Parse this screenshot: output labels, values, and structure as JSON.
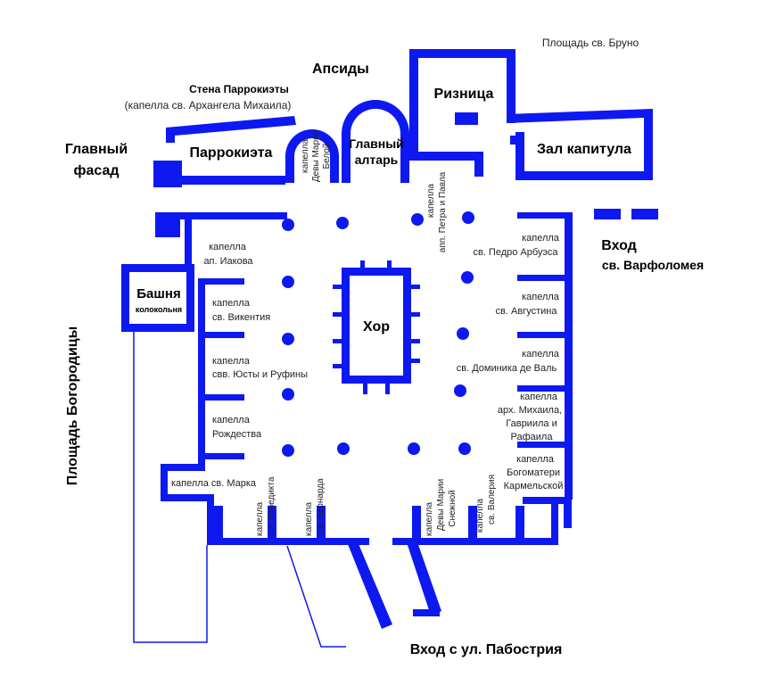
{
  "colors": {
    "walls": "#0d19f0",
    "text": "#000000",
    "background": "#ffffff"
  },
  "labels": {
    "apses": "Апсиды",
    "parrokieta_wall_1": "Стена Паррокиэты",
    "parrokieta_wall_2": "(капелла св. Архангела Михаила)",
    "main_facade_1": "Главный",
    "main_facade_2": "фасад",
    "parrokieta": "Паррокиэта",
    "vestry": "Ризница",
    "chapter_hall": "Зал капитула",
    "square_bruno": "Площадь св. Бруно",
    "main_altar_1": "Главный",
    "main_altar_2": "алтарь",
    "white_mary_1": "капелла",
    "white_mary_2": "Девы Марии",
    "white_mary_3": "Белой",
    "peter_paul_1": "капелла",
    "peter_paul_2": "апп. Петра и Павла",
    "tower_1": "Башня",
    "tower_2": "колокольня",
    "square_bogoroditsy": "Площадь Богородицы",
    "choir": "Хор",
    "entrance_bartholomew_1": "Вход",
    "entrance_bartholomew_2": "св. Варфоломея",
    "entrance_pabostria": "Вход с ул. Пабострия",
    "chapel_james_1": "капелла",
    "chapel_james_2": "ап. Иакова",
    "chapel_vincent_1": "капелла",
    "chapel_vincent_2": "св. Викентия",
    "chapel_justa_1": "капелла",
    "chapel_justa_2": "свв. Юсты и Руфины",
    "chapel_nativity_1": "капелла",
    "chapel_nativity_2": "Рождества",
    "chapel_mark": "капелла св. Марка",
    "chapel_pedro_1": "капелла",
    "chapel_pedro_2": "св. Педро Арбуэса",
    "chapel_augustine_1": "капелла",
    "chapel_augustine_2": "св. Августина",
    "chapel_dominic_1": "капелла",
    "chapel_dominic_2": "св. Доминика де Валь",
    "chapel_archangels_1": "капелла",
    "chapel_archangels_2": "арх. Михаила,",
    "chapel_archangels_3": "Гавриила и",
    "chapel_archangels_4": "Рафаила",
    "chapel_carmel_1": "капелла",
    "chapel_carmel_2": "Богоматери",
    "chapel_carmel_3": "Кармельской",
    "chapel_benedict_1": "капелла",
    "chapel_benedict_2": "св. Бенедикта",
    "chapel_bernard_1": "капелла",
    "chapel_bernard_2": "св. Бернарда",
    "chapel_snow_mary_1": "капелла",
    "chapel_snow_mary_2": "Девы Марии",
    "chapel_snow_mary_3": "Снежной",
    "chapel_valery_1": "капелла",
    "chapel_valery_2": "св. Валерия"
  }
}
